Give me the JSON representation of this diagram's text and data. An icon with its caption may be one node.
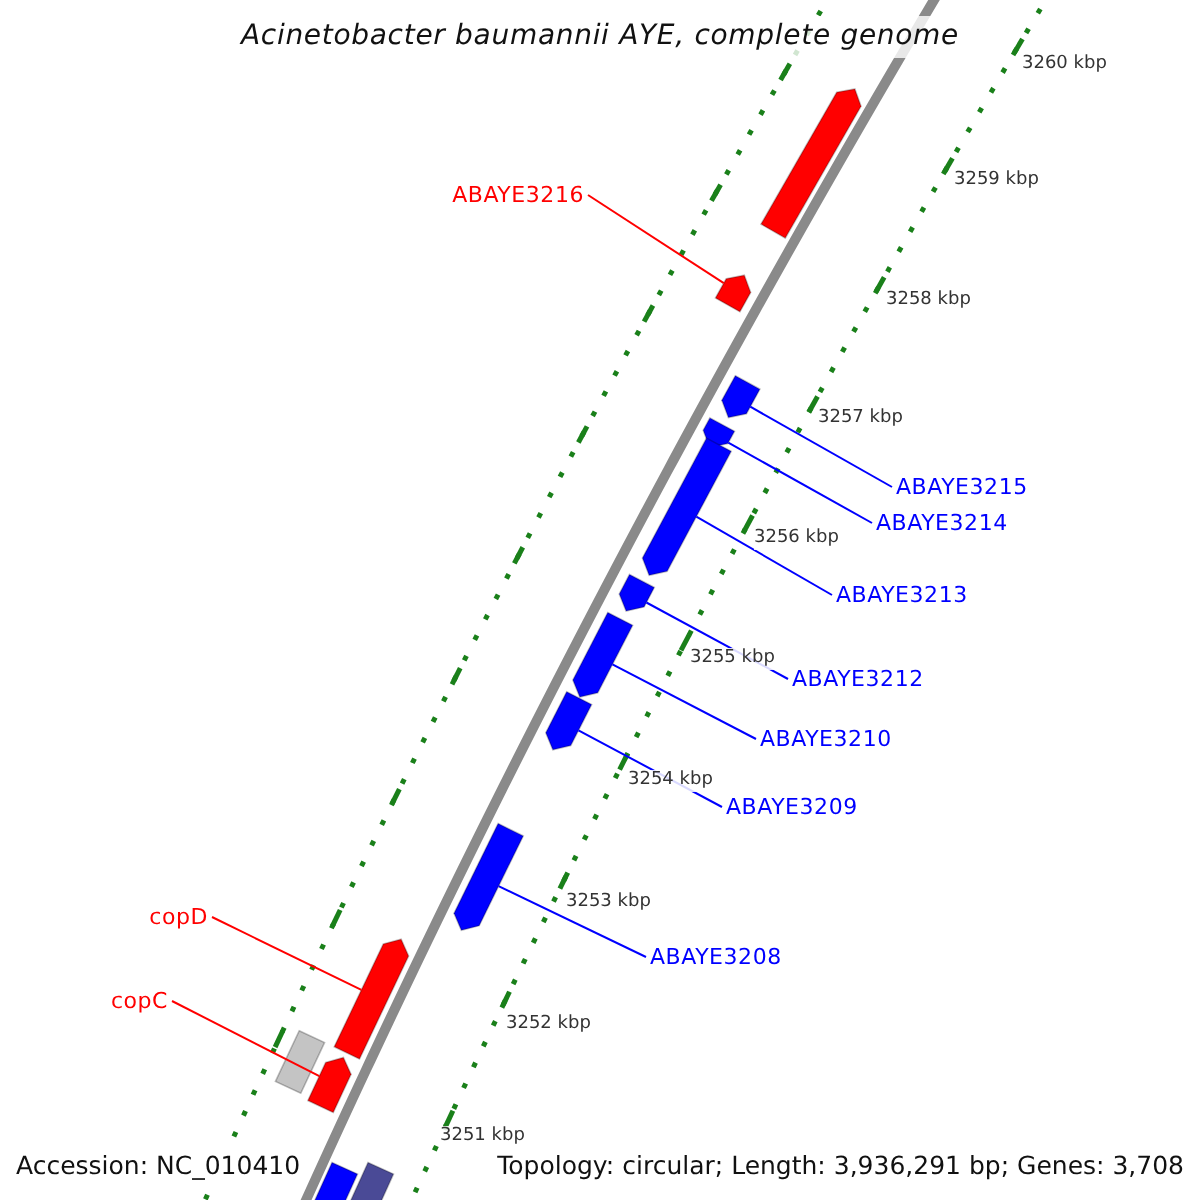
{
  "diagram": {
    "title": "Acinetobacter baumannii AYE, complete genome",
    "nodes": [
      {
        "text": [],
        "shape": "pentagon"
      },
      {
        "text": [],
        "shape": "pentagon"
      },
      {
        "text": [],
        "shape": "pentagon"
      },
      {
        "text": [],
        "shape": "pentagon"
      },
      {
        "text": [],
        "shape": "box"
      },
      {
        "text": [],
        "shape": "pentagon"
      },
      {
        "text": [],
        "shape": "pentagon"
      },
      {
        "text": [],
        "shape": "pentagon"
      },
      {
        "text": [],
        "shape": "pentagon"
      },
      {
        "text": [],
        "shape": "pentagon"
      },
      {
        "text": [],
        "shape": "pentagon"
      },
      {
        "text": [],
        "shape": "pentagon"
      },
      {
        "text": [],
        "shape": "box"
      },
      {
        "text": [],
        "shape": "box"
      },
      {
        "text": [
          "ABAYE3216"
        ]
      },
      {
        "text": [
          "copD"
        ]
      },
      {
        "text": [
          "copC"
        ]
      },
      {
        "text": [
          "ABAYE3215"
        ]
      },
      {
        "text": [
          "ABAYE3214"
        ]
      },
      {
        "text": [
          "ABAYE3213"
        ]
      },
      {
        "text": [
          "ABAYE3212"
        ]
      },
      {
        "text": [
          "ABAYE3210"
        ]
      },
      {
        "text": [
          "ABAYE3209"
        ]
      },
      {
        "text": [
          "ABAYE3208"
        ]
      }
    ],
    "edges": [
      {
        "from": 14,
        "to": 1,
        "arrow": "none",
        "color": "#ff0000"
      },
      {
        "from": 15,
        "to": 2,
        "arrow": "none",
        "color": "#ff0000"
      },
      {
        "from": 16,
        "to": 3,
        "arrow": "none",
        "color": "#ff0000"
      },
      {
        "from": 17,
        "to": 5,
        "arrow": "none"
      },
      {
        "from": 18,
        "to": 6,
        "arrow": "none"
      },
      {
        "from": 19,
        "to": 7,
        "arrow": "none"
      },
      {
        "from": 20,
        "to": 8,
        "arrow": "none"
      },
      {
        "from": 21,
        "to": 9,
        "arrow": "none"
      },
      {
        "from": 22,
        "to": 10,
        "arrow": "none"
      },
      {
        "from": 23,
        "to": 11,
        "arrow": "none"
      }
    ],
    "labels": [
      "3260 kbp",
      "3259 kbp",
      "3258 kbp",
      "3257 kbp",
      "3256 kbp",
      "3255 kbp",
      "3254 kbp",
      "3253 kbp",
      "3252 kbp",
      "3251 kbp",
      "Accession: NC_010410",
      "Topology: circular; Length: 3,936,291 bp; Genes: 3,708"
    ]
  }
}
